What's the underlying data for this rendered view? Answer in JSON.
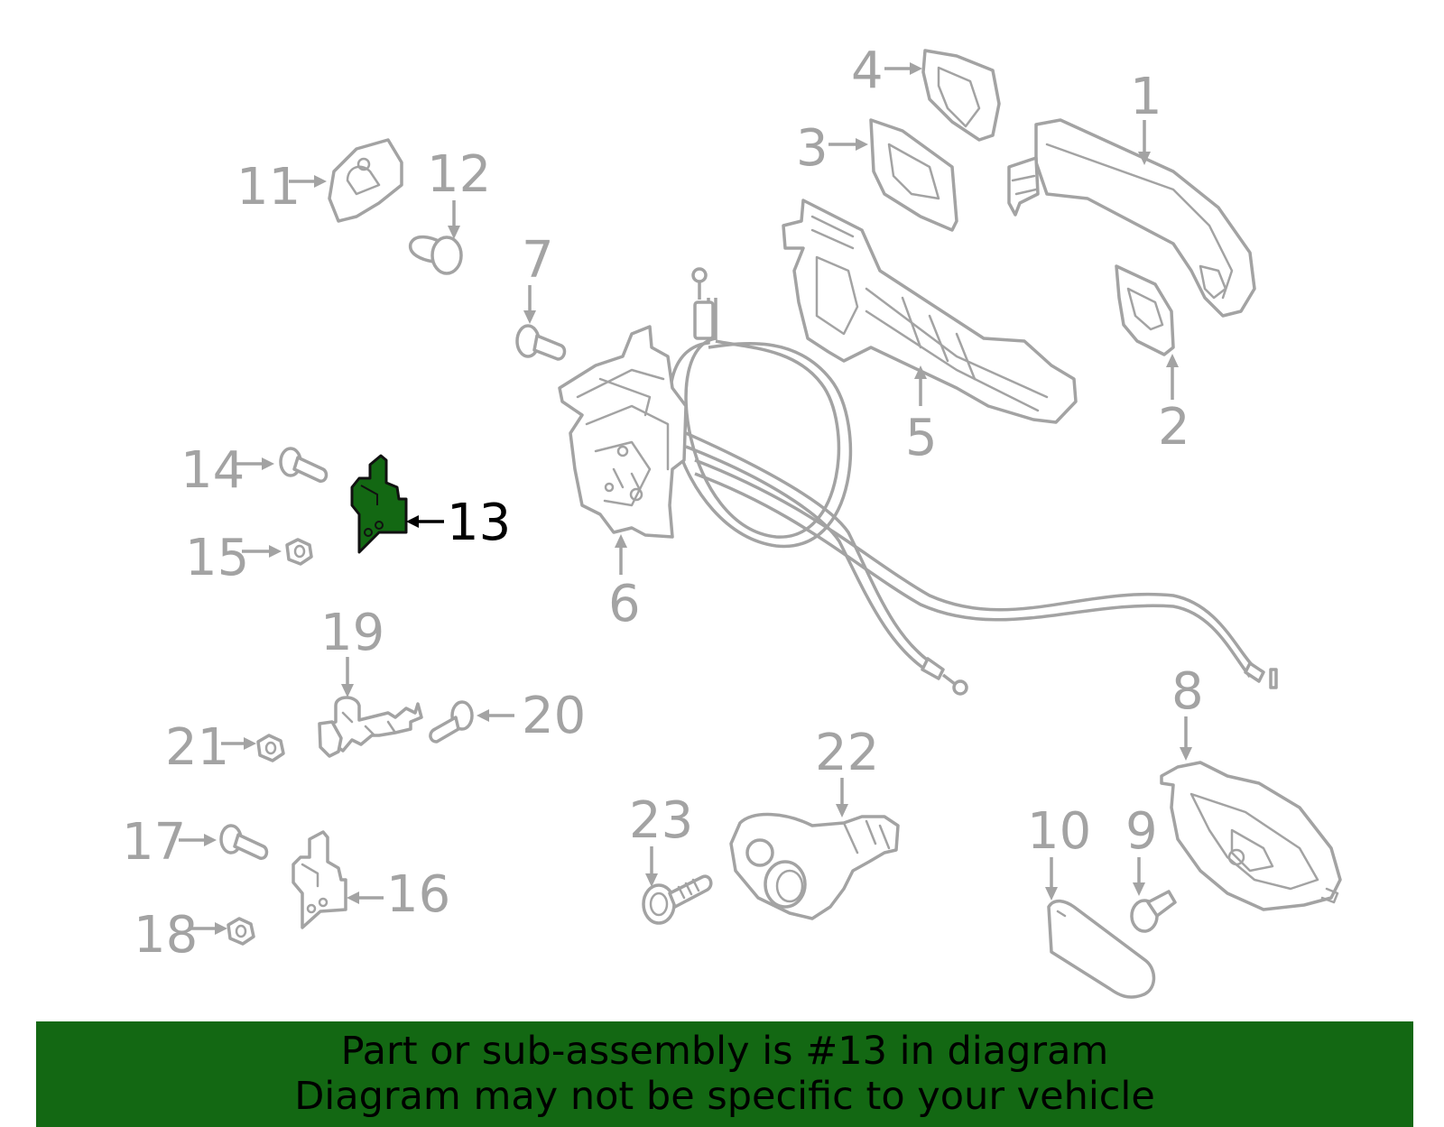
{
  "diagram": {
    "callouts": [
      {
        "id": 1,
        "label": "1"
      },
      {
        "id": 2,
        "label": "2"
      },
      {
        "id": 3,
        "label": "3"
      },
      {
        "id": 4,
        "label": "4"
      },
      {
        "id": 5,
        "label": "5"
      },
      {
        "id": 6,
        "label": "6"
      },
      {
        "id": 7,
        "label": "7"
      },
      {
        "id": 8,
        "label": "8"
      },
      {
        "id": 9,
        "label": "9"
      },
      {
        "id": 10,
        "label": "10"
      },
      {
        "id": 11,
        "label": "11"
      },
      {
        "id": 12,
        "label": "12"
      },
      {
        "id": 13,
        "label": "13"
      },
      {
        "id": 14,
        "label": "14"
      },
      {
        "id": 15,
        "label": "15"
      },
      {
        "id": 16,
        "label": "16"
      },
      {
        "id": 17,
        "label": "17"
      },
      {
        "id": 18,
        "label": "18"
      },
      {
        "id": 19,
        "label": "19"
      },
      {
        "id": 20,
        "label": "20"
      },
      {
        "id": 21,
        "label": "21"
      },
      {
        "id": 22,
        "label": "22"
      },
      {
        "id": 23,
        "label": "23"
      }
    ],
    "highlighted_part": "13",
    "colors": {
      "part_outline": "#a3a3a3",
      "highlight_fill": "#136813",
      "banner_background": "#136813",
      "text": "#000000"
    }
  },
  "banner": {
    "line1": "Part or sub-assembly is #13 in diagram",
    "line2": "Diagram may not be specific to your vehicle"
  }
}
